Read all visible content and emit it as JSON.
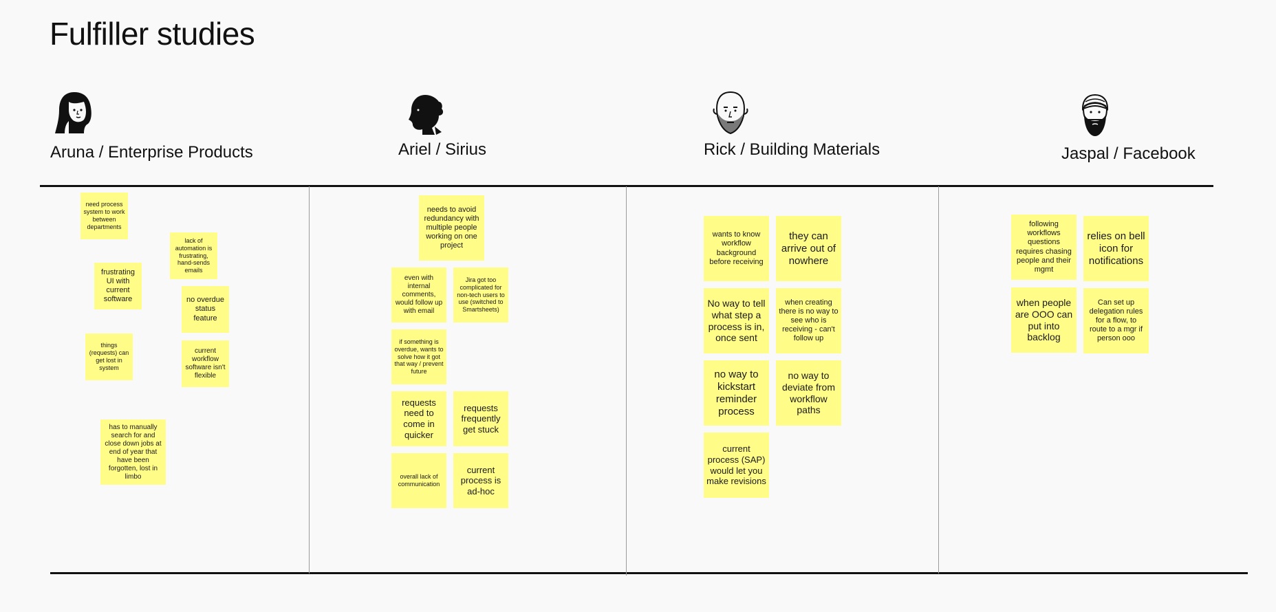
{
  "board": {
    "title": "Fulfiller studies"
  },
  "personas": [
    {
      "name": "Aruna / Enterprise Products",
      "avatar_icon": "woman-long-hair-icon",
      "notes": [
        "need process system to work between departments",
        "lack of automation is frustrating, hand-sends emails",
        "frustrating UI with current software",
        "no overdue status feature",
        "things (requests) can get lost in system",
        "current workflow software isn't flexible",
        "has to manually search for and close down jobs at end of year that have been forgotten, lost in limbo"
      ]
    },
    {
      "name": "Ariel / Sirius",
      "avatar_icon": "woman-profile-bun-icon",
      "notes": [
        "needs to avoid redundancy with multiple people working on one project",
        "even with internal comments, would follow up with email",
        "Jira got too complicated for non-tech users to use (switched to Smartsheets)",
        "if something is overdue, wants to solve how it got that way / prevent future",
        "requests need to come in quicker",
        "requests frequently get stuck",
        "overall lack of communication",
        "current process is ad-hoc"
      ]
    },
    {
      "name": "Rick / Building Materials",
      "avatar_icon": "bald-man-beard-icon",
      "notes": [
        "wants to know workflow background before receiving",
        "they can arrive out of nowhere",
        "No way to tell what step a process is in, once sent",
        "when creating there is no way to see who is receiving - can't follow up",
        "no way to kickstart reminder process",
        "no way to deviate from workflow paths",
        "current process (SAP) would let you make revisions"
      ]
    },
    {
      "name": "Jaspal / Facebook",
      "avatar_icon": "man-turban-beard-icon",
      "notes": [
        "following workflows questions requires chasing people and their mgmt",
        "relies on bell icon for notifications",
        "when people are OOO can put into backlog",
        "Can set up delegation rules for a flow, to route to a mgr if person ooo"
      ]
    }
  ],
  "colors": {
    "sticky": "#fffc88",
    "background": "#f9f9f9",
    "divider": "#111111"
  }
}
